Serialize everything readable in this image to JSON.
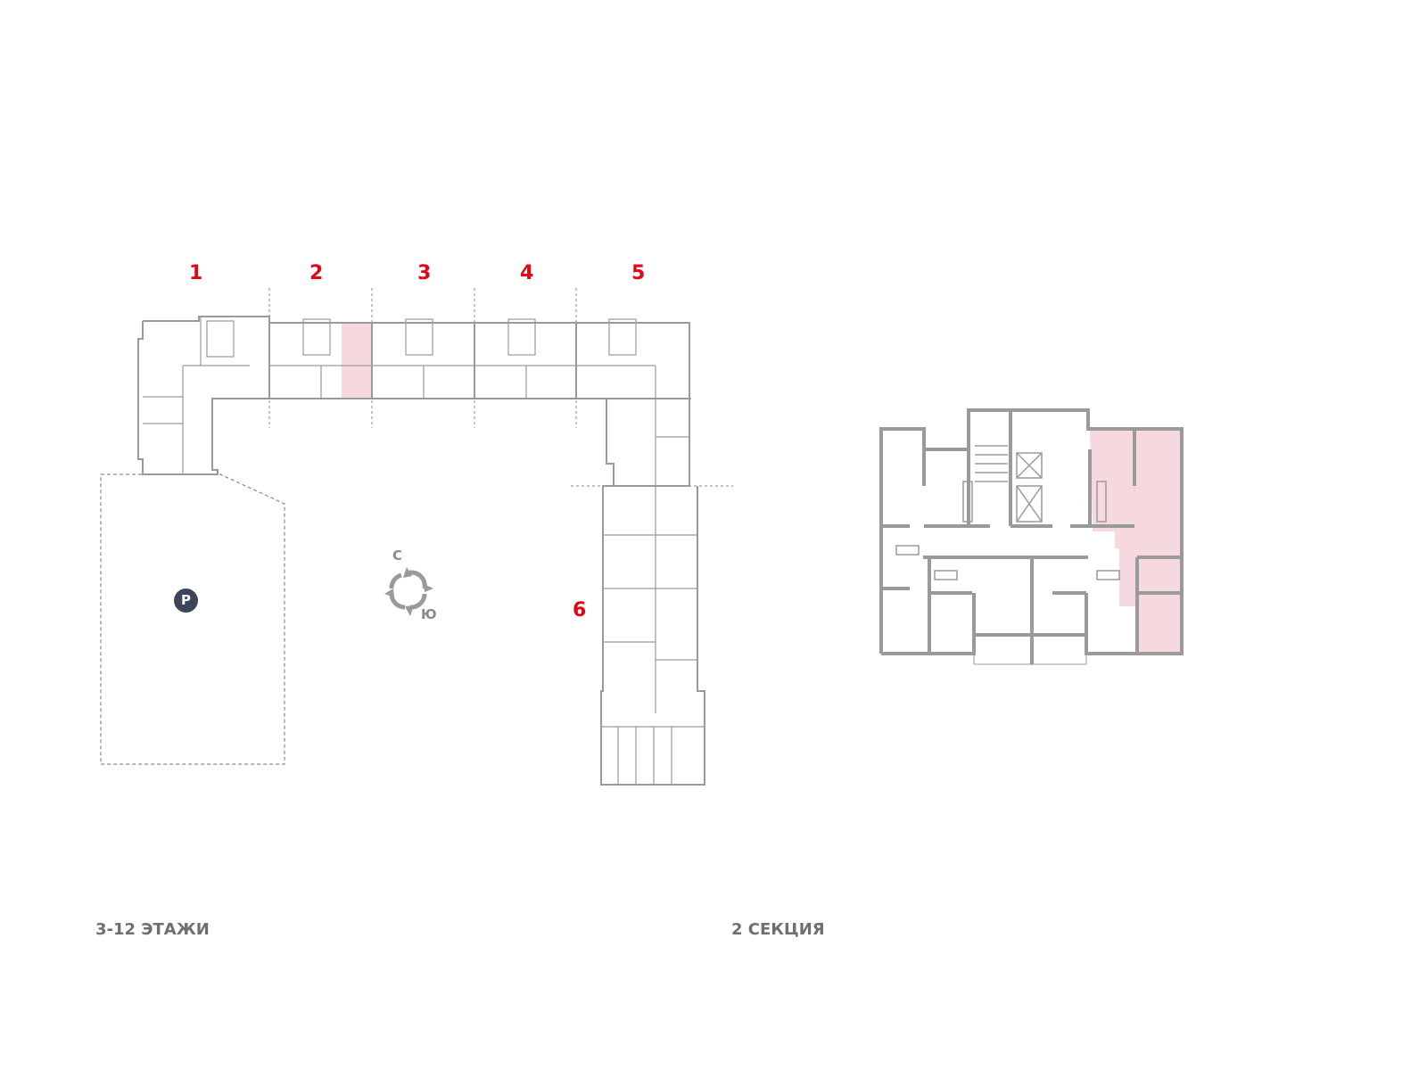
{
  "sections": [
    {
      "label": "1"
    },
    {
      "label": "2"
    },
    {
      "label": "3"
    },
    {
      "label": "4"
    },
    {
      "label": "5"
    },
    {
      "label": "6"
    }
  ],
  "compass": {
    "north": "С",
    "south": "Ю"
  },
  "parking": {
    "label": "P"
  },
  "captions": {
    "floors": "3-12 ЭТАЖИ",
    "section": "2 СЕКЦИЯ"
  },
  "colors": {
    "accent": "#e30613",
    "wall": "#9a9a9a",
    "highlight": "#f6d9df",
    "parking": "#3b4759"
  }
}
